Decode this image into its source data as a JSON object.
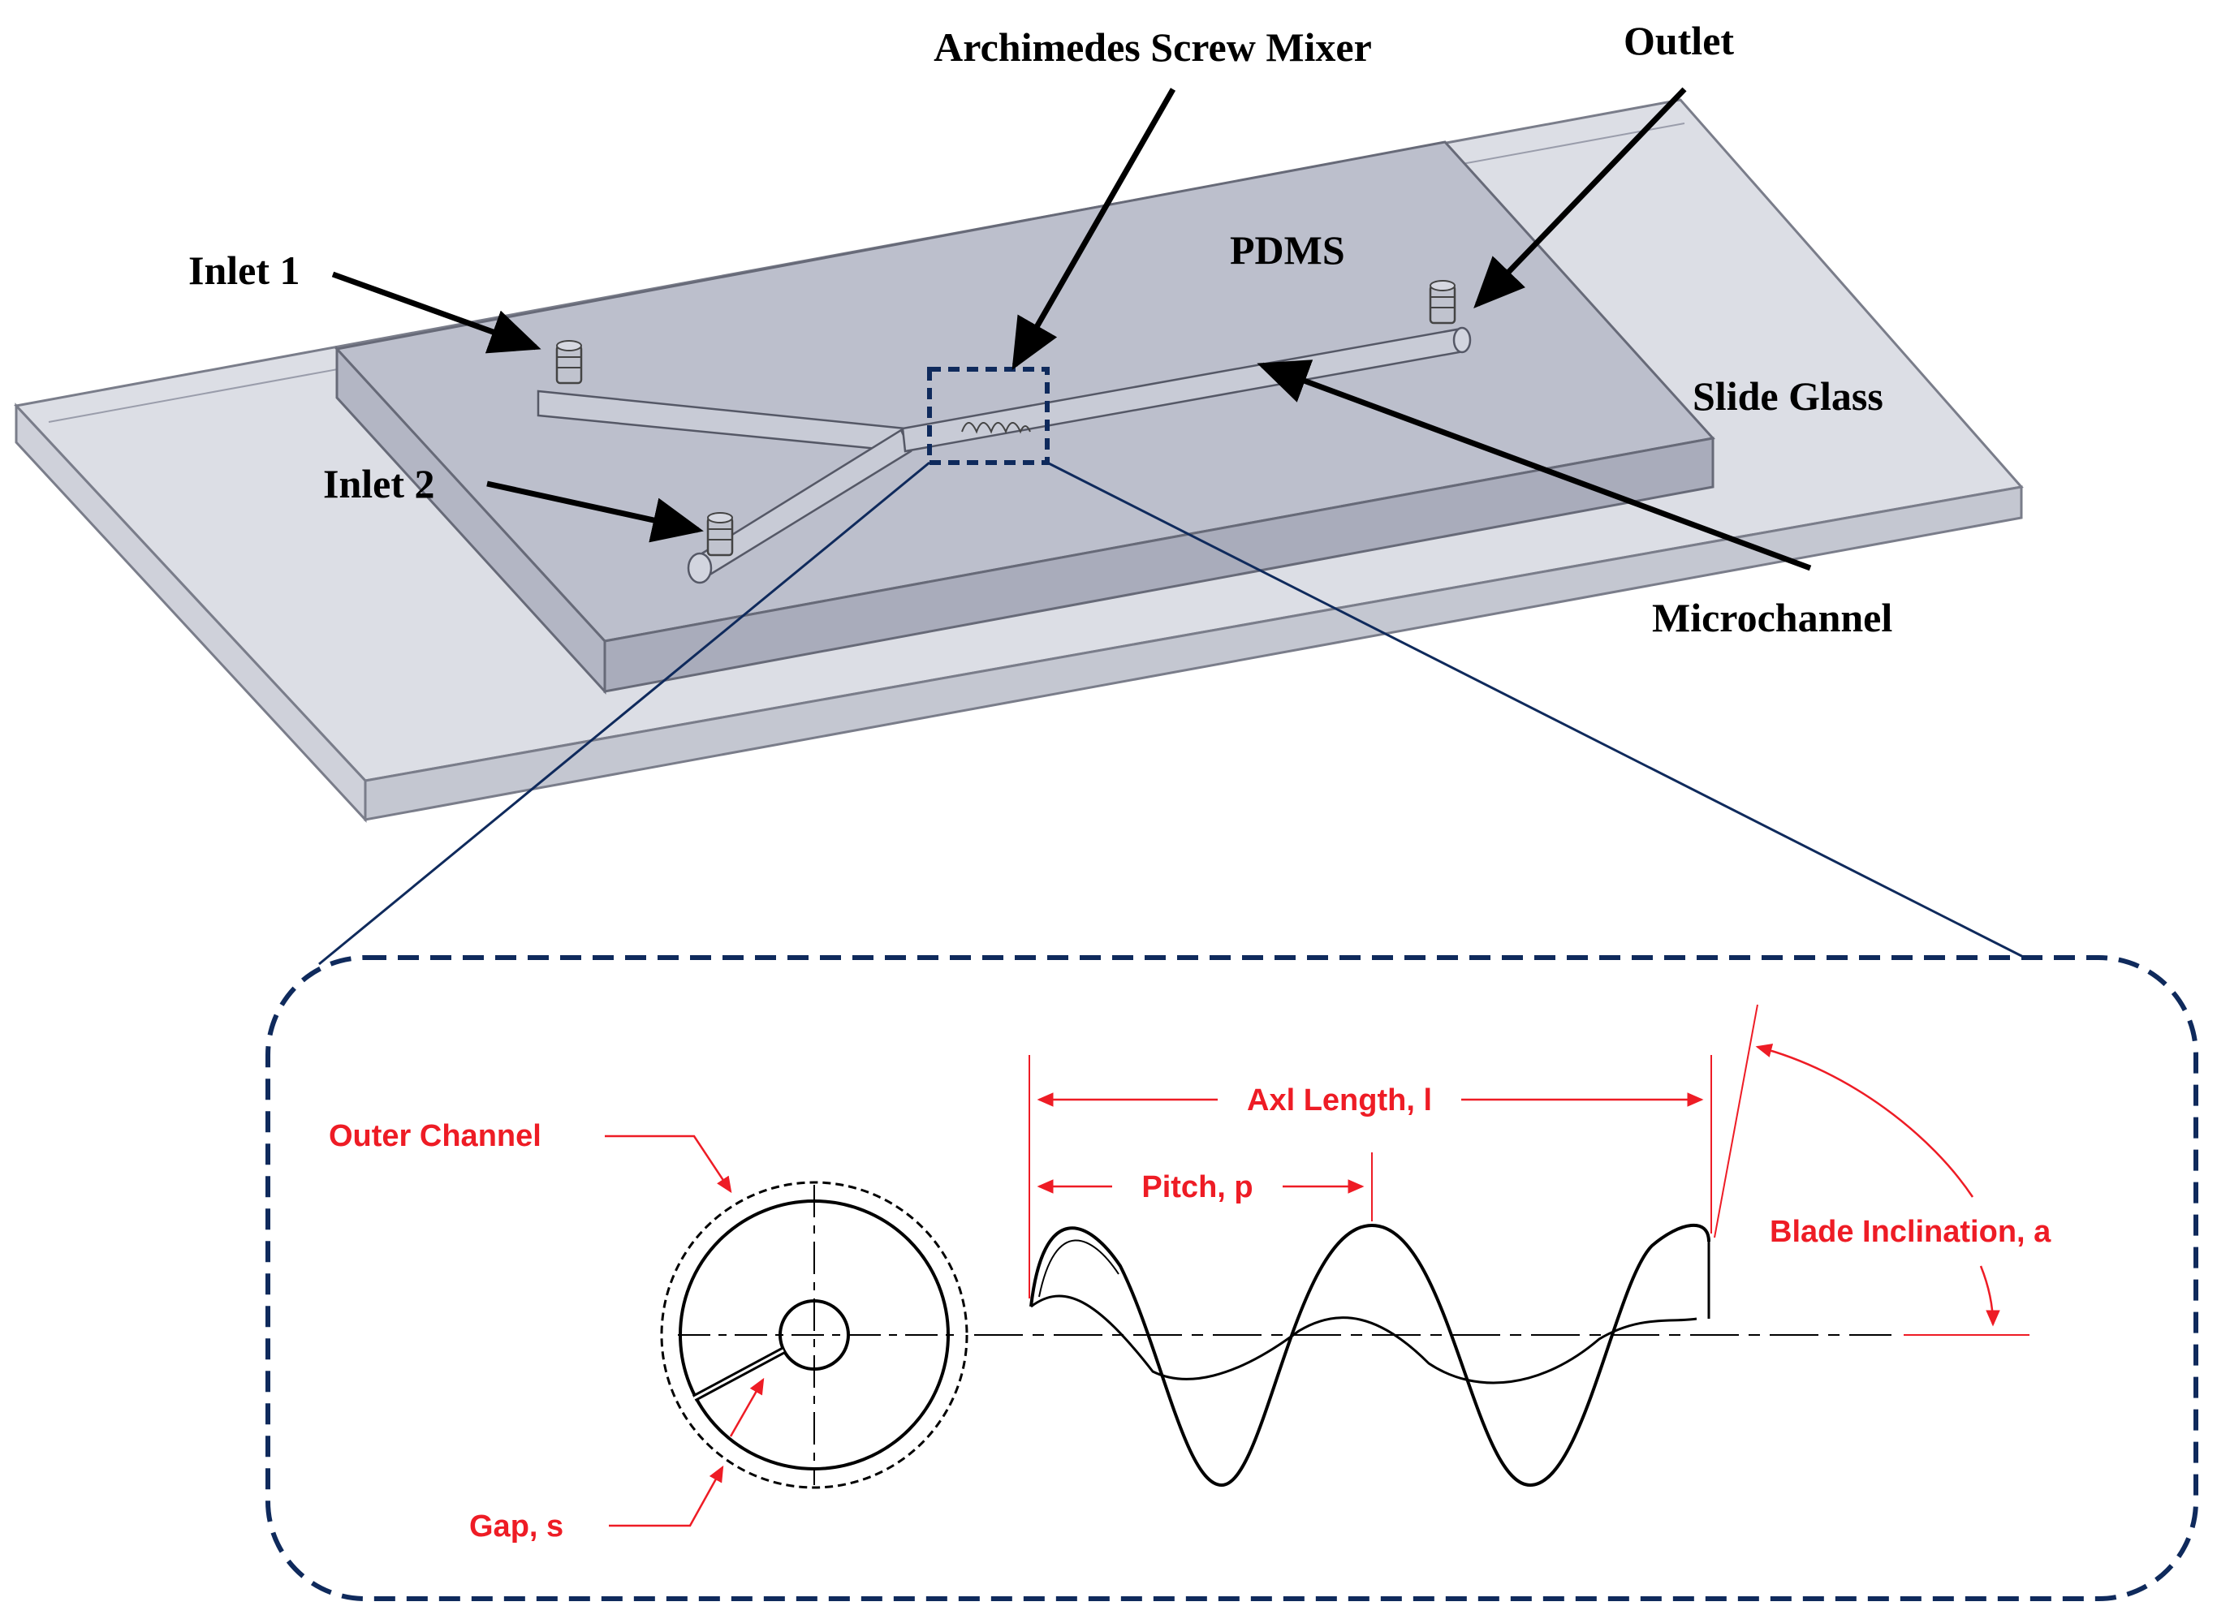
{
  "labels": {
    "archimedes_screw_mixer": "Archimedes Screw Mixer",
    "outlet": "Outlet",
    "inlet_1": "Inlet 1",
    "inlet_2": "Inlet 2",
    "pdms": "PDMS",
    "slide_glass": "Slide Glass",
    "microchannel": "Microchannel"
  },
  "detail": {
    "outer_channel": "Outer Channel",
    "gap": "Gap, s",
    "axial_length": "Axl Length, l",
    "pitch": "Pitch, p",
    "blade_inclination": "Blade Inclination, a"
  },
  "colors": {
    "callout_text": "#000000",
    "dimension": "#ee1c25",
    "frame": "#0f2a5c",
    "glass_fill": "#d7d9e0",
    "pdms_fill": "#bfc2cf",
    "edge": "#6e7180"
  }
}
